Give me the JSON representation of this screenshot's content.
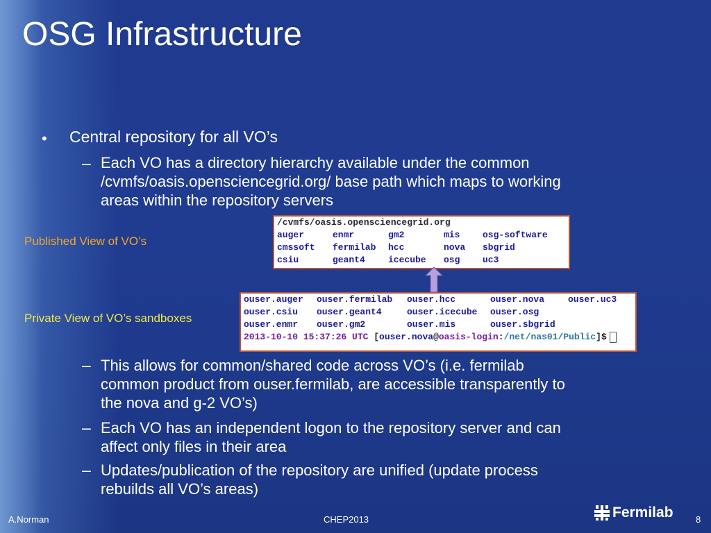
{
  "slide": {
    "title": "OSG Infrastructure",
    "bullet_mark": "•",
    "dash_mark": "–",
    "bullet1": "Central repository for all VO’s",
    "sub1_line1": "Each VO has a directory hierarchy available under the common",
    "sub1_line2": "/cvmfs/oasis.opensciencegrid.org/ base path which maps to working",
    "sub1_line3": "areas within the repository servers",
    "label_published": "Published View of VO’s",
    "label_private": "Private View of VO’s sandboxes",
    "sub2_line1": "This allows for common/shared code across VO’s (i.e. fermilab",
    "sub2_line2": "common product from ouser.fermilab, are accessible transparently to",
    "sub2_line3": "the nova and g-2 VO’s)",
    "sub3_line1": "Each VO has an independent logon to the repository server and can",
    "sub3_line2": "affect only files in their area",
    "sub4_line1": "Updates/publication of the repository are unified (update process",
    "sub4_line2": "rebuilds all VO’s areas)"
  },
  "published_terminal": {
    "path": "/cvmfs/oasis.opensciencegrid.org",
    "rows": [
      [
        "auger",
        "enmr",
        "gm2",
        "mis",
        "osg-software"
      ],
      [
        "cmssoft",
        "fermilab",
        "hcc",
        "nova",
        "sbgrid"
      ],
      [
        "csiu",
        "geant4",
        "icecube",
        "osg",
        "uc3"
      ]
    ]
  },
  "private_terminal": {
    "rows": [
      [
        "ouser.auger",
        "ouser.fermilab",
        "ouser.hcc",
        "ouser.nova",
        "ouser.uc3"
      ],
      [
        "ouser.csiu",
        "ouser.geant4",
        "ouser.icecube",
        "ouser.osg",
        ""
      ],
      [
        "ouser.enmr",
        "ouser.gm2",
        "ouser.mis",
        "ouser.sbgrid",
        ""
      ]
    ],
    "prompt_time": "2013-10-10 15:37:26 UTC",
    "prompt_open": " [",
    "prompt_user": "ouser.nova",
    "prompt_at": "@",
    "prompt_host": "oasis-login",
    "prompt_colon": ":",
    "prompt_dir": "/net/nas01/Public",
    "prompt_close": "]$"
  },
  "footer": {
    "author": "A.Norman",
    "conference": "CHEP2013",
    "page": "8",
    "logo_text": "Fermilab"
  },
  "colors": {
    "background": "#203c90",
    "published_label": "#f5a623",
    "private_label": "#f2e64c",
    "arrow": "#b79fe0"
  }
}
